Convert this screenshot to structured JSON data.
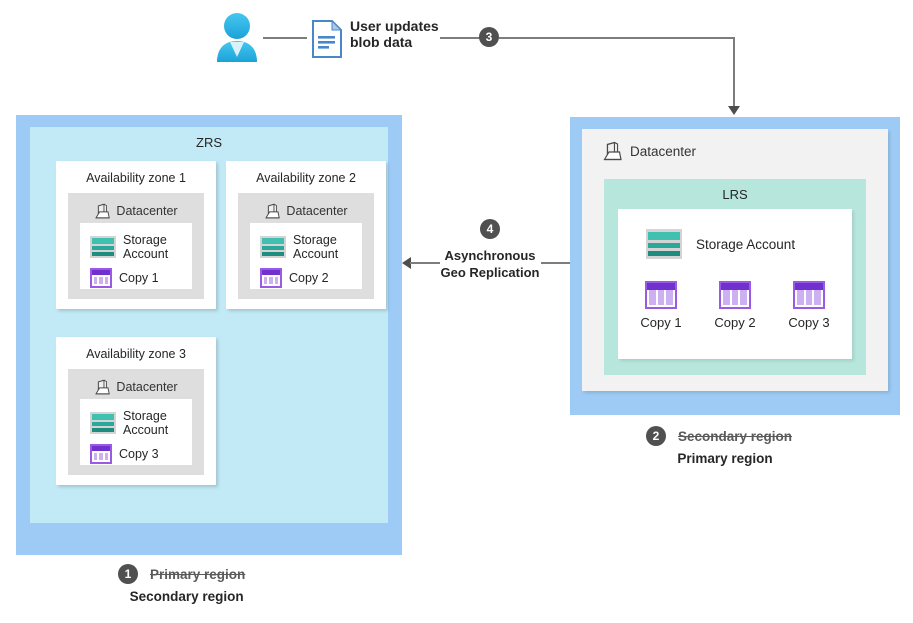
{
  "diagram": {
    "title": "Azure storage redundancy failover (GZRS) diagram",
    "colors": {
      "region_band": "#9dcbf5",
      "zrs_panel": "#c2eaf6",
      "lrs_panel": "#b7e6dd",
      "datacenter_card": "#dedede",
      "badge": "#505050",
      "connector": "#7d7d7d",
      "storage_teal": "#2aa89a",
      "copy_purple": "#7131cf"
    }
  },
  "top_flow": {
    "user_icon": "user-icon",
    "document_icon": "document-icon",
    "action_label_line1": "User updates",
    "action_label_line2": "blob data",
    "step_badge": "3"
  },
  "left_region": {
    "name": "ZRS",
    "zones": [
      {
        "title": "Availability zone 1",
        "datacenter_label": "Datacenter",
        "storage_account_line1": "Storage",
        "storage_account_line2": "Account",
        "copy_label": "Copy 1"
      },
      {
        "title": "Availability zone 2",
        "datacenter_label": "Datacenter",
        "storage_account_line1": "Storage",
        "storage_account_line2": "Account",
        "copy_label": "Copy 2"
      },
      {
        "title": "Availability zone 3",
        "datacenter_label": "Datacenter",
        "storage_account_line1": "Storage",
        "storage_account_line2": "Account",
        "copy_label": "Copy 3"
      }
    ],
    "caption": {
      "badge": "1",
      "struck_label": "Primary region",
      "active_label": "Secondary region"
    }
  },
  "right_region": {
    "datacenter_label": "Datacenter",
    "name": "LRS",
    "storage_account_label": "Storage Account",
    "copies": [
      "Copy 1",
      "Copy 2",
      "Copy 3"
    ],
    "caption": {
      "badge": "2",
      "struck_label": "Secondary region",
      "active_label": "Primary region"
    }
  },
  "replication": {
    "badge": "4",
    "label_line1": "Asynchronous",
    "label_line2": "Geo Replication"
  }
}
